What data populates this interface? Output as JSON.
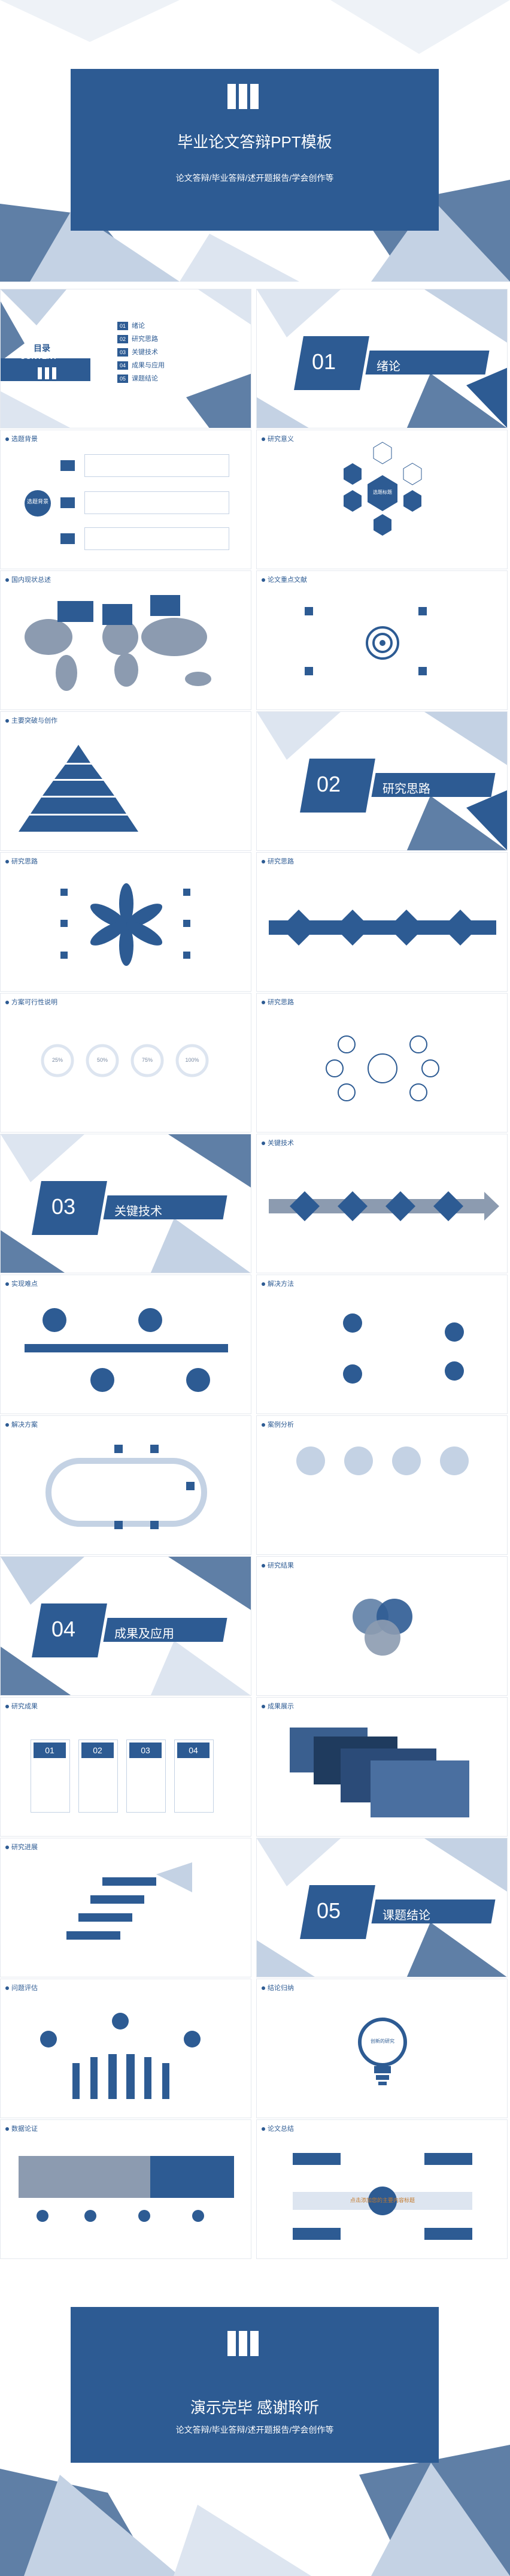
{
  "cover": {
    "title": "毕业论文答辩PPT模板",
    "subtitle": "论文答辩/毕业答辩/述开题报告/学会创作等"
  },
  "toc": {
    "title_cn": "目录",
    "title_en": "CONTENT",
    "items": [
      {
        "num": "01",
        "label": "绪论"
      },
      {
        "num": "02",
        "label": "研究思路"
      },
      {
        "num": "03",
        "label": "关键技术"
      },
      {
        "num": "04",
        "label": "成果与应用"
      },
      {
        "num": "05",
        "label": "课题结论"
      }
    ]
  },
  "sections": {
    "s1": {
      "num": "01",
      "name": "绪论"
    },
    "s2": {
      "num": "02",
      "name": "研究思路"
    },
    "s3": {
      "num": "03",
      "name": "关键技术"
    },
    "s4": {
      "num": "04",
      "name": "成果及应用"
    },
    "s5": {
      "num": "05",
      "name": "课题结论"
    }
  },
  "slides": {
    "background": "选题背景",
    "significance": "研究意义",
    "status": "国内现状总述",
    "foreign": "论文重点文献",
    "content": "主要突破与创作",
    "method": "研究思路",
    "feasibility": "方案可行性说明",
    "scheme": "研究思路",
    "tech": "关键技术",
    "solution": "实现难点",
    "solve": "解决方法",
    "plan": "解决方案",
    "cases": "案例分析",
    "results": "研究结果",
    "achieve": "研究成果",
    "display": "成果展示",
    "progress": "研究进展",
    "evaluation": "问题评估",
    "conclusion": "结论归纳",
    "data": "数据论证",
    "summary": "论文总结"
  },
  "labels": {
    "select_bg": "选题背景",
    "center_label": "选题标题",
    "pct_a": "25%",
    "pct_b": "50%",
    "pct_c": "75%",
    "pct_d": "100%",
    "card1": "01",
    "card2": "02",
    "card3": "03",
    "card4": "04",
    "bulb": "创新的研究",
    "closing_msg": "点击添加您的主要内容标题"
  },
  "footer": {
    "title": "演示完毕  感谢聆听",
    "subtitle": "论文答辩/毕业答辩/述开题报告/学会创作等"
  }
}
